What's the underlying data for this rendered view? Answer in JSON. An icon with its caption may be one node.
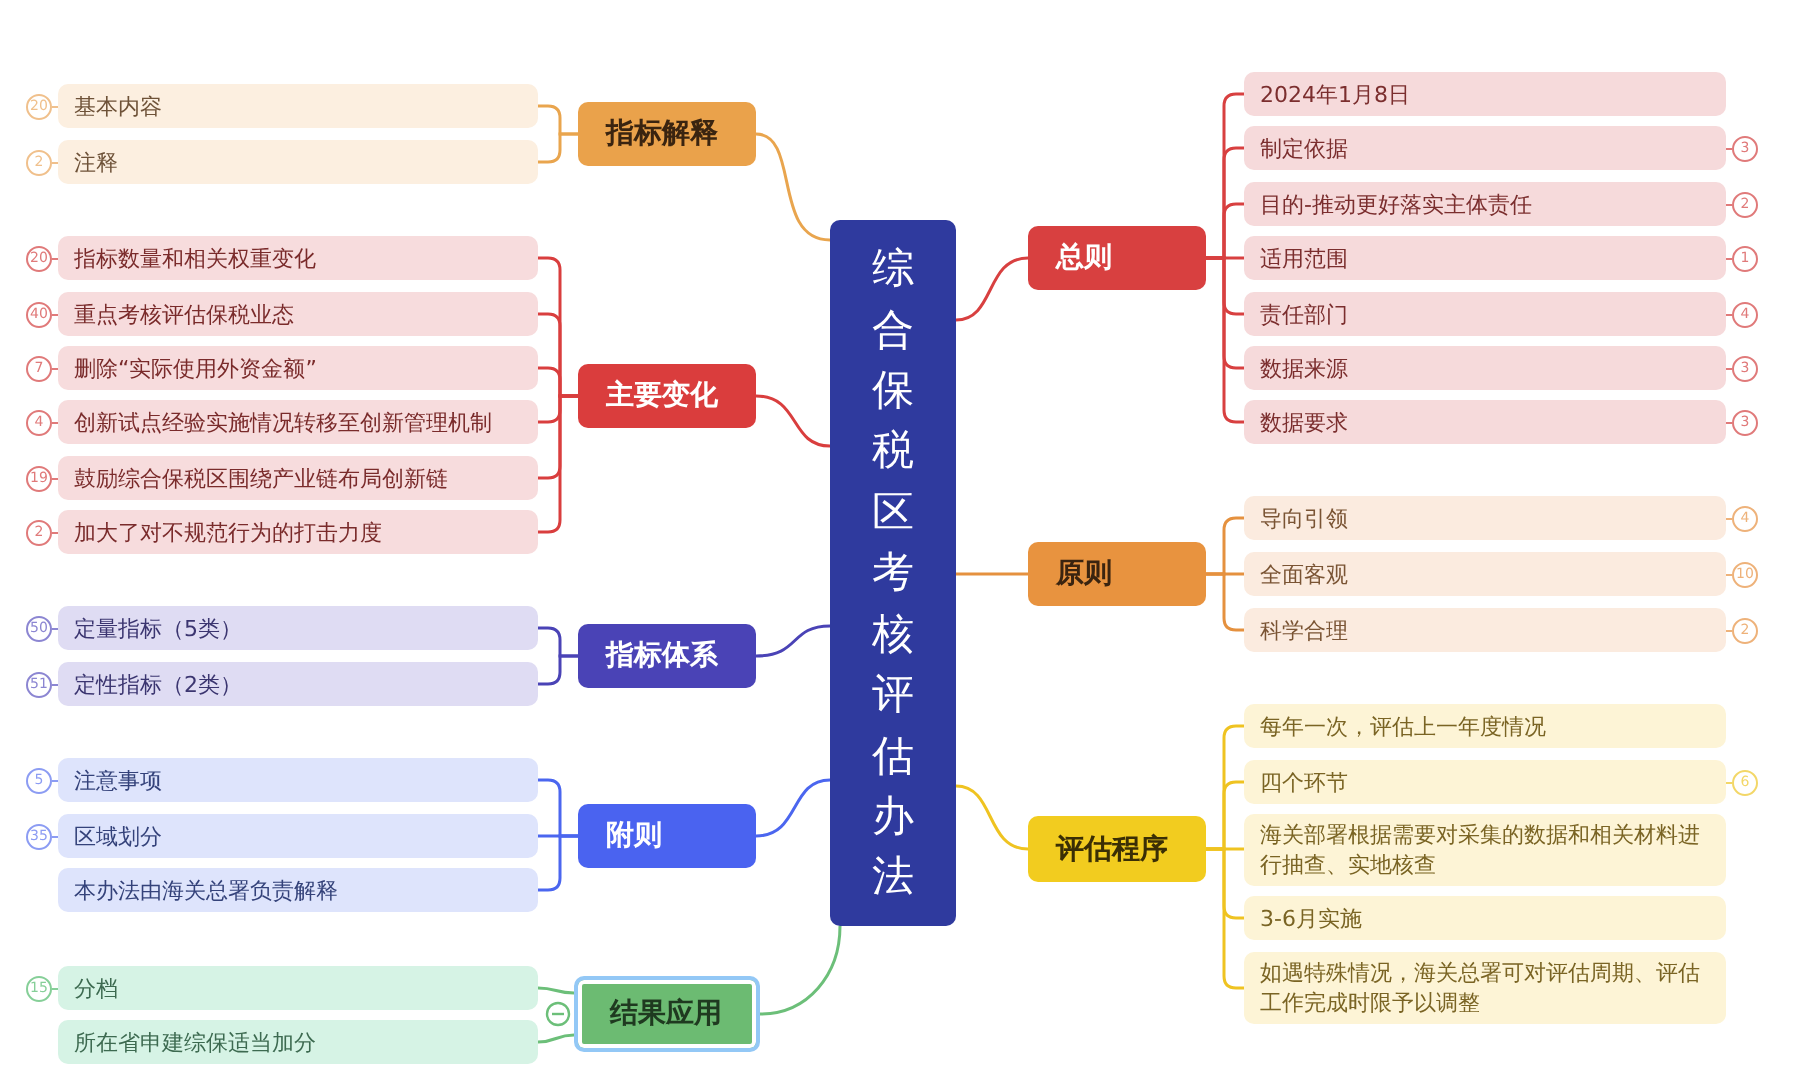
{
  "diagram": {
    "nodes": [
      {
        "text": [
          "综合保税区考核评估办法"
        ]
      },
      {
        "text": [
          "总则"
        ]
      },
      {
        "text": [
          "2024年1月8日"
        ]
      },
      {
        "text": [
          "制定依据"
        ],
        "beside": [
          "3"
        ]
      },
      {
        "text": [
          "目的-推动更好落实主体责任"
        ],
        "beside": [
          "2"
        ]
      },
      {
        "text": [
          "适用范围"
        ],
        "beside": [
          "1"
        ]
      },
      {
        "text": [
          "责任部门"
        ],
        "beside": [
          "4"
        ]
      },
      {
        "text": [
          "数据来源"
        ],
        "beside": [
          "3"
        ]
      },
      {
        "text": [
          "数据要求"
        ],
        "beside": [
          "3"
        ]
      },
      {
        "text": [
          "原则"
        ]
      },
      {
        "text": [
          "导向引领"
        ],
        "beside": [
          "4"
        ]
      },
      {
        "text": [
          "全面客观"
        ],
        "beside": [
          "10"
        ]
      },
      {
        "text": [
          "科学合理"
        ],
        "beside": [
          "2"
        ]
      },
      {
        "text": [
          "评估程序"
        ]
      },
      {
        "text": [
          "每年一次，评估上一年度情况"
        ]
      },
      {
        "text": [
          "四个环节"
        ],
        "beside": [
          "6"
        ]
      },
      {
        "text": [
          "海关部署根据需要对采集的数据和相关材料进行抽查、实地核查"
        ]
      },
      {
        "text": [
          "3-6月实施"
        ]
      },
      {
        "text": [
          "如遇特殊情况，海关总署可对评估周期、评估工作完成时限予以调整"
        ]
      },
      {
        "text": [
          "指标解释"
        ]
      },
      {
        "text": [
          "基本内容"
        ],
        "beside": [
          "20"
        ]
      },
      {
        "text": [
          "注释"
        ],
        "beside": [
          "2"
        ]
      },
      {
        "text": [
          "主要变化"
        ]
      },
      {
        "text": [
          "指标数量和相关权重变化"
        ],
        "beside": [
          "20"
        ]
      },
      {
        "text": [
          "重点考核评估保税业态"
        ],
        "beside": [
          "40"
        ]
      },
      {
        "text": [
          "删除“实际使用外资金额”"
        ],
        "beside": [
          "7"
        ]
      },
      {
        "text": [
          "创新试点经验实施情况转移至创新管理机制"
        ],
        "beside": [
          "4"
        ]
      },
      {
        "text": [
          "鼓励综合保税区围绕产业链布局创新链"
        ],
        "beside": [
          "19"
        ]
      },
      {
        "text": [
          "加大了对不规范行为的打击力度"
        ],
        "beside": [
          "2"
        ]
      },
      {
        "text": [
          "指标体系"
        ]
      },
      {
        "text": [
          "定量指标（5类）"
        ],
        "beside": [
          "50"
        ]
      },
      {
        "text": [
          "定性指标（2类）"
        ],
        "beside": [
          "51"
        ]
      },
      {
        "text": [
          "附则"
        ]
      },
      {
        "text": [
          "注意事项"
        ],
        "beside": [
          "5"
        ]
      },
      {
        "text": [
          "区域划分"
        ],
        "beside": [
          "35"
        ]
      },
      {
        "text": [
          "本办法由海关总署负责解释"
        ]
      },
      {
        "text": [
          "结果应用"
        ]
      },
      {
        "text": [
          "分档"
        ],
        "beside": [
          "15"
        ]
      },
      {
        "text": [
          "所在省申建综保适当加分"
        ]
      }
    ],
    "edges": [
      {
        "from": 0,
        "to": 1,
        "arrow": "none",
        "color": "#d84040"
      },
      {
        "from": 1,
        "to": 2,
        "arrow": "none",
        "color": "#d84040"
      },
      {
        "from": 1,
        "to": 3,
        "arrow": "none",
        "color": "#d84040"
      },
      {
        "from": 1,
        "to": 4,
        "arrow": "none",
        "color": "#d84040"
      },
      {
        "from": 1,
        "to": 5,
        "arrow": "none",
        "color": "#d84040"
      },
      {
        "from": 1,
        "to": 6,
        "arrow": "none",
        "color": "#d84040"
      },
      {
        "from": 1,
        "to": 7,
        "arrow": "none",
        "color": "#d84040"
      },
      {
        "from": 1,
        "to": 8,
        "arrow": "none",
        "color": "#d84040"
      },
      {
        "from": 0,
        "to": 9,
        "arrow": "none",
        "color": "#e5913f"
      },
      {
        "from": 9,
        "to": 10,
        "arrow": "none",
        "color": "#e5913f"
      },
      {
        "from": 9,
        "to": 11,
        "arrow": "none",
        "color": "#e5913f"
      },
      {
        "from": 9,
        "to": 12,
        "arrow": "none",
        "color": "#e5913f"
      },
      {
        "from": 0,
        "to": 13,
        "arrow": "none",
        "color": "#efc321"
      },
      {
        "from": 13,
        "to": 14,
        "arrow": "none",
        "color": "#efc321"
      },
      {
        "from": 13,
        "to": 15,
        "arrow": "none",
        "color": "#efc321"
      },
      {
        "from": 13,
        "to": 16,
        "arrow": "none",
        "color": "#efc321"
      },
      {
        "from": 13,
        "to": 17,
        "arrow": "none",
        "color": "#efc321"
      },
      {
        "from": 13,
        "to": 18,
        "arrow": "none",
        "color": "#efc321"
      },
      {
        "from": 0,
        "to": 19,
        "arrow": "none",
        "color": "#e9a54e"
      },
      {
        "from": 19,
        "to": 20,
        "arrow": "none",
        "color": "#e9a54e"
      },
      {
        "from": 19,
        "to": 21,
        "arrow": "none",
        "color": "#e9a54e"
      },
      {
        "from": 0,
        "to": 22,
        "arrow": "none",
        "color": "#d93e3e"
      },
      {
        "from": 22,
        "to": 23,
        "arrow": "none",
        "color": "#d93e3e"
      },
      {
        "from": 22,
        "to": 24,
        "arrow": "none",
        "color": "#d93e3e"
      },
      {
        "from": 22,
        "to": 25,
        "arrow": "none",
        "color": "#d93e3e"
      },
      {
        "from": 22,
        "to": 26,
        "arrow": "none",
        "color": "#d93e3e"
      },
      {
        "from": 22,
        "to": 27,
        "arrow": "none",
        "color": "#d93e3e"
      },
      {
        "from": 22,
        "to": 28,
        "arrow": "none",
        "color": "#d93e3e"
      },
      {
        "from": 0,
        "to": 29,
        "arrow": "none",
        "color": "#4a43b6"
      },
      {
        "from": 29,
        "to": 30,
        "arrow": "none",
        "color": "#4a43b6"
      },
      {
        "from": 29,
        "to": 31,
        "arrow": "none",
        "color": "#4a43b6"
      },
      {
        "from": 0,
        "to": 32,
        "arrow": "none",
        "color": "#4b66ef"
      },
      {
        "from": 32,
        "to": 33,
        "arrow": "none",
        "color": "#4b66ef"
      },
      {
        "from": 32,
        "to": 34,
        "arrow": "none",
        "color": "#4b66ef"
      },
      {
        "from": 32,
        "to": 35,
        "arrow": "none",
        "color": "#4b66ef"
      },
      {
        "from": 0,
        "to": 36,
        "arrow": "none",
        "color": "#6cbf79"
      },
      {
        "from": 36,
        "to": 37,
        "arrow": "none",
        "color": "#6cbf79"
      },
      {
        "from": 36,
        "to": 38,
        "arrow": "none",
        "color": "#6cbf79"
      }
    ]
  }
}
